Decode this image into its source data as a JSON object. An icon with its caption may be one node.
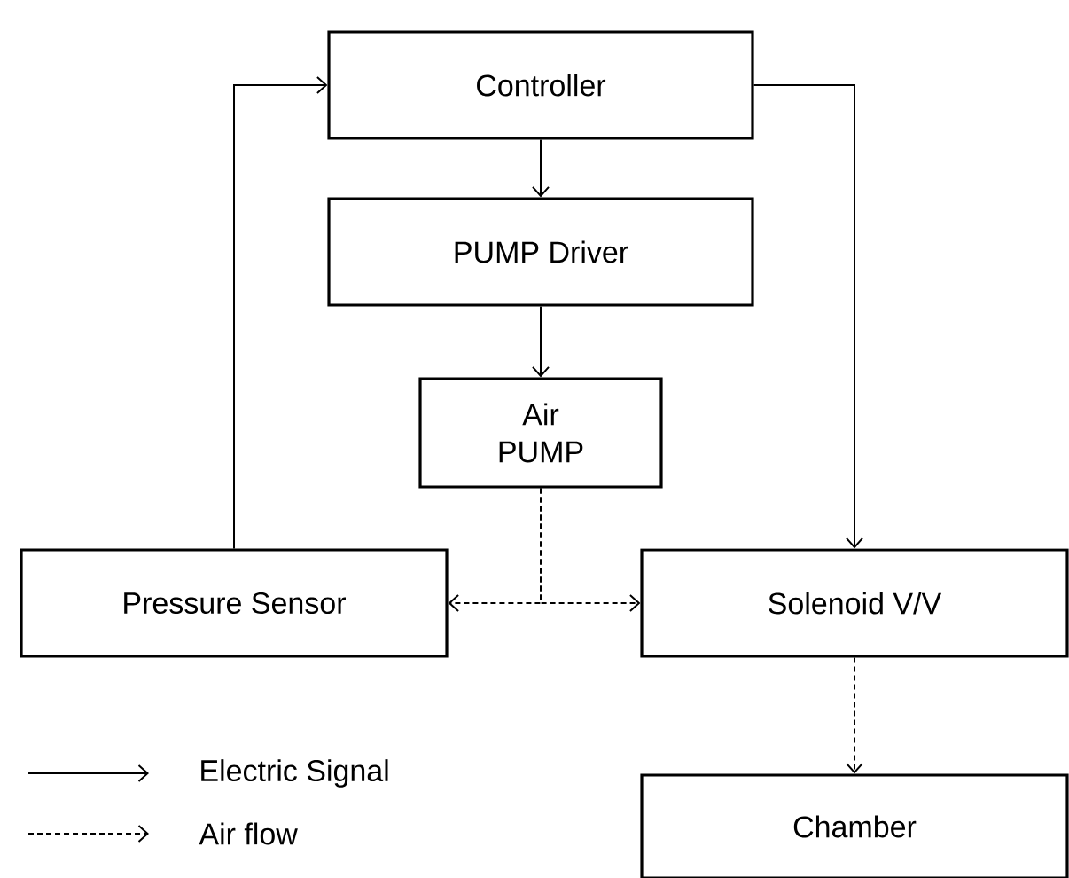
{
  "diagram": {
    "nodes": [
      {
        "text": [
          "Controller"
        ]
      },
      {
        "text": [
          "PUMP Driver"
        ]
      },
      {
        "text": [
          "Air PUMP"
        ]
      },
      {
        "text": [
          "Pressure Sensor"
        ]
      },
      {
        "text": [
          "Solenoid V/V"
        ]
      },
      {
        "text": [
          "Chamber"
        ]
      }
    ],
    "edges": [
      {
        "from": 0,
        "to": 1,
        "arrow": "to"
      },
      {
        "from": 1,
        "to": 2,
        "arrow": "to"
      },
      {
        "from": 3,
        "to": 0,
        "arrow": "to"
      },
      {
        "from": 0,
        "to": 4,
        "arrow": "to"
      },
      {
        "from": 2,
        "to": 3,
        "arrow": "to",
        "style": "dashed"
      },
      {
        "from": 2,
        "to": 4,
        "arrow": "to",
        "style": "dashed"
      },
      {
        "from": 4,
        "to": 5,
        "arrow": "to",
        "style": "dashed"
      }
    ],
    "legend": [
      {
        "text": "Electric Signal"
      },
      {
        "text": "Air flow"
      }
    ]
  }
}
